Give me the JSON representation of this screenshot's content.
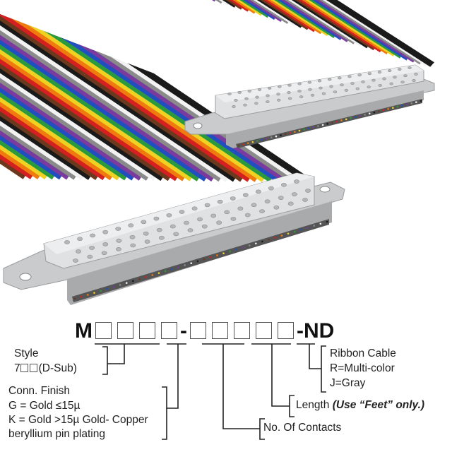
{
  "part_number": {
    "prefix": "M",
    "group1_boxes": 4,
    "separator": "-",
    "group2_boxes": 5,
    "suffix": "-ND"
  },
  "labels": {
    "style": {
      "title": "Style",
      "value_prefix": "7",
      "value_suffix": "(D-Sub)"
    },
    "conn_finish": {
      "title": "Conn. Finish",
      "line1": "G = Gold ≤15µ",
      "line2": "K = Gold >15µ Gold- Copper",
      "line3": "beryllium pin plating"
    },
    "contacts": {
      "title": "No. Of Contacts"
    },
    "length": {
      "title": "Length",
      "note": "(Use “Feet” only.)"
    },
    "ribbon": {
      "title": "Ribbon Cable",
      "line1": "R=Multi-color",
      "line2": "J=Gray"
    }
  },
  "wire_colors": [
    "#6b3a1e",
    "#d42020",
    "#f07a10",
    "#f0d020",
    "#2a9a3a",
    "#2050c0",
    "#7a3aa0",
    "#8a8a8a",
    "#f2f2f2",
    "#1a1a1a"
  ],
  "connector_color": "#d2d4d6"
}
